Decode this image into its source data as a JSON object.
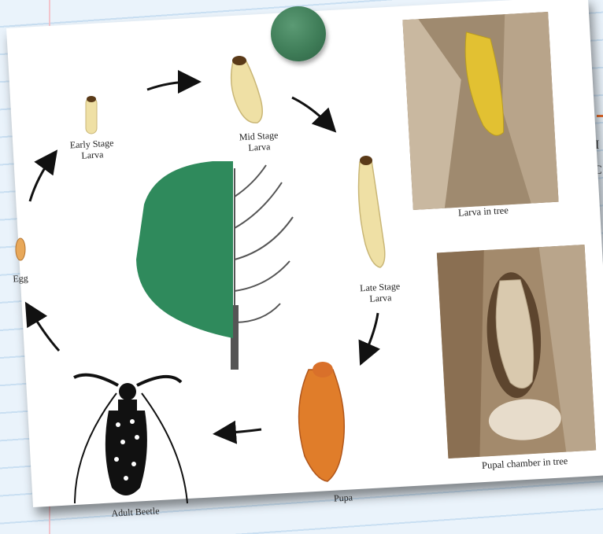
{
  "diagram": {
    "stages": {
      "early_larva": "Early Stage\nLarva",
      "mid_larva": "Mid Stage\nLarva",
      "late_larva": "Late Stage\nLarva",
      "pupa": "Pupa",
      "adult": "Adult Beetle",
      "egg": "Egg"
    },
    "photos": {
      "larva_caption": "Larva in tree",
      "pupal_caption": "Pupal chamber in tree"
    }
  },
  "side_fragment": {
    "line1": "I",
    "line2": "C"
  },
  "colors": {
    "pin": "#3f7d58",
    "larva": "#efe0a5",
    "pupa": "#e07d2a",
    "tree_foliage": "#2f8a5c"
  }
}
